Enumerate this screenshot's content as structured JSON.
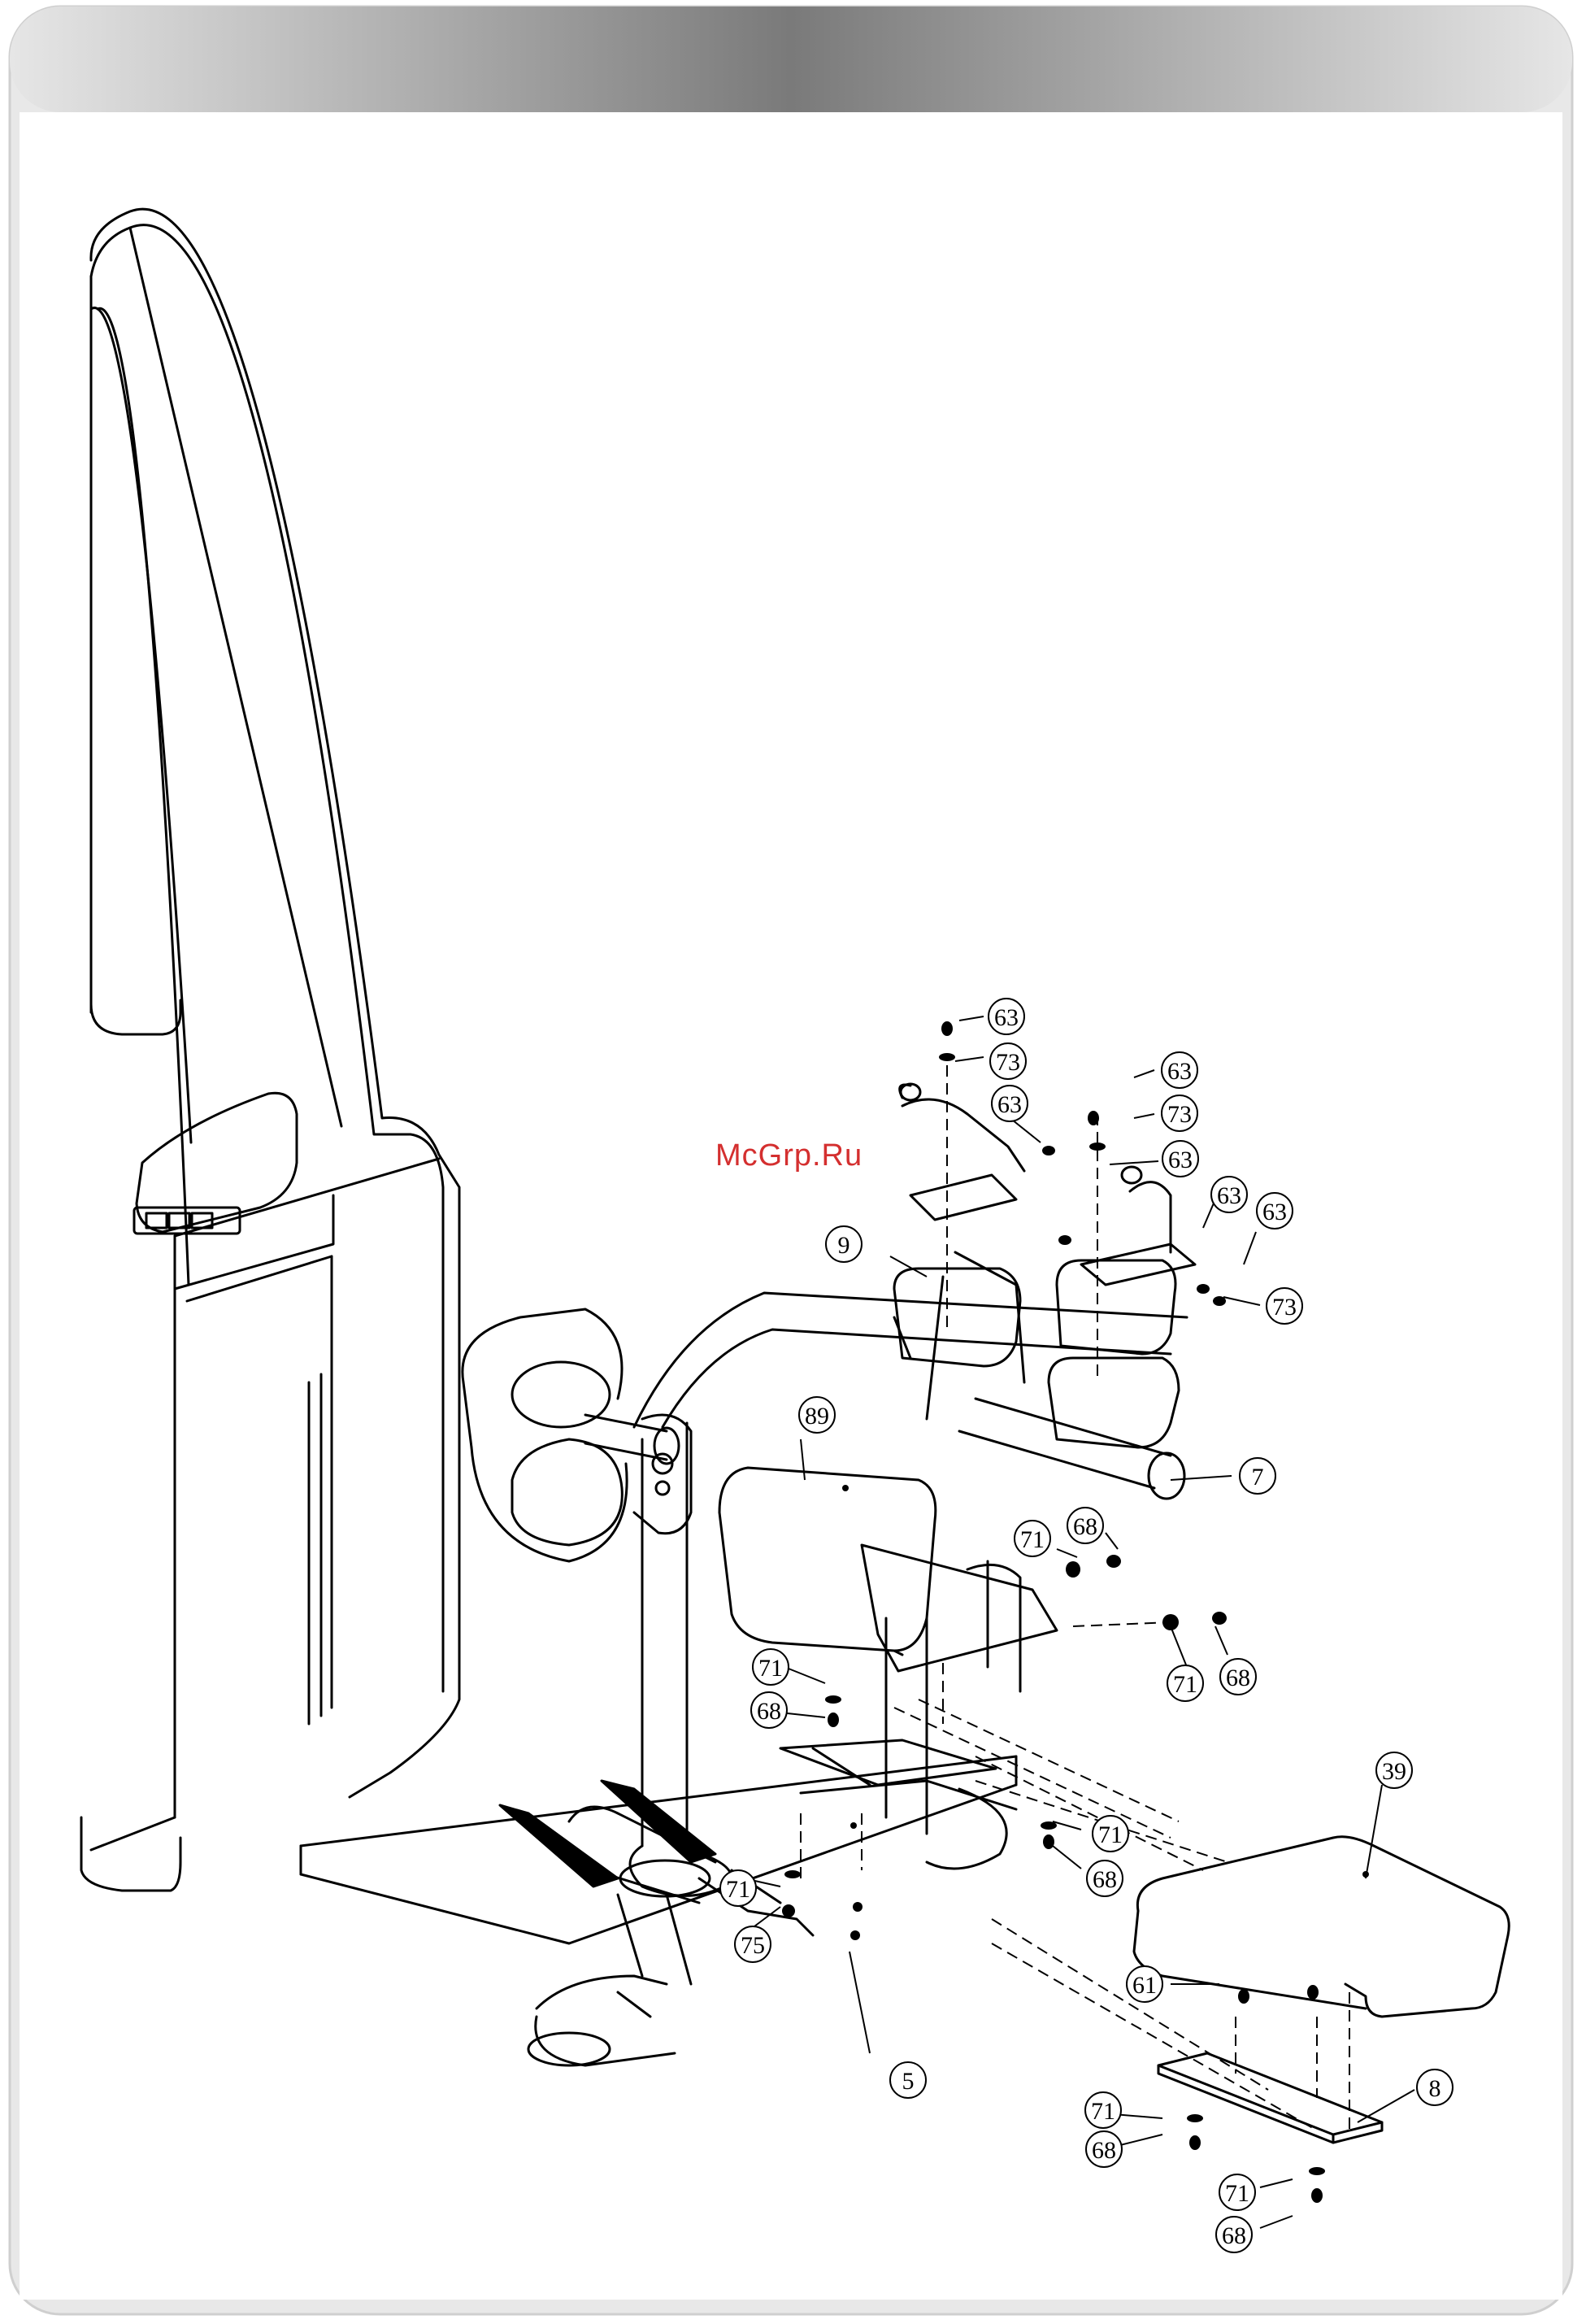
{
  "watermark": "McGrp.Ru",
  "callouts": {
    "c63a": "63",
    "c73a": "73",
    "c63b": "63",
    "c63c": "63",
    "c73b": "73",
    "c63d": "63",
    "c63e": "63",
    "c63f": "63",
    "c73c": "73",
    "c9": "9",
    "c7": "7",
    "c89": "89",
    "c71a": "71",
    "c68a": "68",
    "c71b": "71",
    "c68b": "68",
    "c71c": "71",
    "c68c": "68",
    "c39": "39",
    "c71d": "71",
    "c68d": "68",
    "c71e": "71",
    "c75": "75",
    "c61": "61",
    "c5": "5",
    "c8": "8",
    "c71f": "71",
    "c68e": "68",
    "c71g": "71",
    "c68f": "68"
  }
}
